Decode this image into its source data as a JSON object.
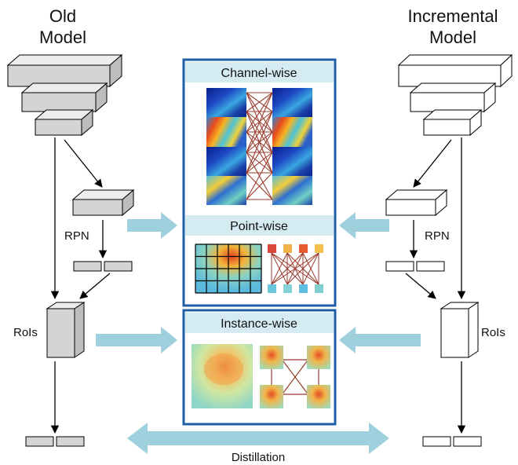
{
  "left_model": {
    "title_line1": "Old",
    "title_line2": "Model",
    "rpn_label": "RPN",
    "rois_label": "RoIs"
  },
  "right_model": {
    "title_line1": "Incremental",
    "title_line2": "Model",
    "rpn_label": "RPN",
    "rois_label": "RoIs"
  },
  "panels": {
    "channel": "Channel-wise",
    "point": "Point-wise",
    "instance": "Instance-wise"
  },
  "bottom_label": "Distillation",
  "colors": {
    "frame_blue": "#1f5fa5",
    "header_fill": "#d5ebf2",
    "arrow_fill": "#9fd0dd",
    "link_red": "#9a3b2e",
    "old_box_fill": "#d4d4d4",
    "new_box_fill": "#ffffff"
  }
}
